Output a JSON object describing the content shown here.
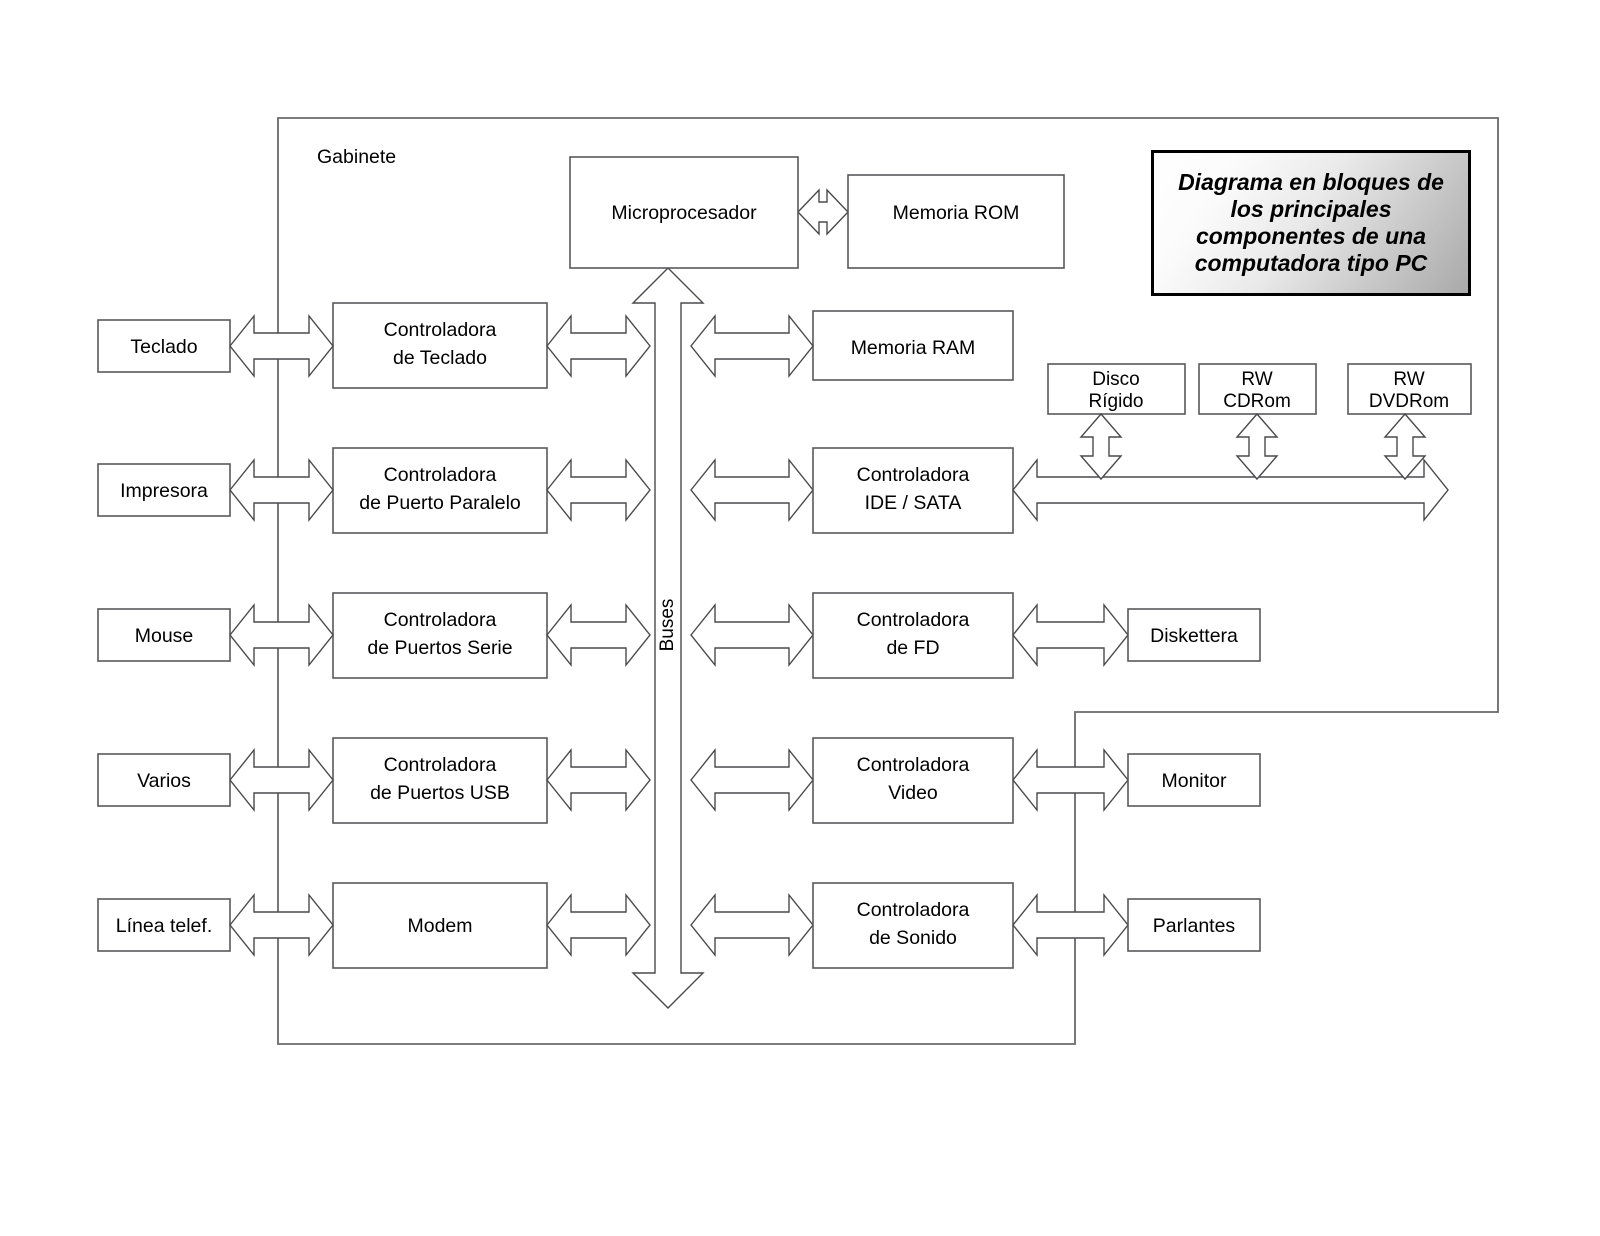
{
  "diagram": {
    "cabinet_label": "Gabinete",
    "bus_label": "Buses",
    "title_lines": [
      "Diagrama en bloques de",
      "los principales",
      "componentes de una",
      "computadora tipo PC"
    ],
    "colors": {
      "box_stroke": "#59595c",
      "arrow_stroke": "#4a4a4d",
      "cabinet_stroke": "#6a6a6d",
      "text": "#000000",
      "background": "#ffffff"
    },
    "nodes": {
      "microprocesador": "Microprocesador",
      "memoria_rom": "Memoria ROM",
      "memoria_ram": "Memoria RAM",
      "teclado": "Teclado",
      "ctrl_teclado_l1": "Controladora",
      "ctrl_teclado_l2": "de Teclado",
      "impresora": "Impresora",
      "ctrl_paralelo_l1": "Controladora",
      "ctrl_paralelo_l2": "de Puerto Paralelo",
      "mouse": "Mouse",
      "ctrl_serie_l1": "Controladora",
      "ctrl_serie_l2": "de Puertos Serie",
      "varios": "Varios",
      "ctrl_usb_l1": "Controladora",
      "ctrl_usb_l2": "de Puertos USB",
      "linea_telef": "Línea telef.",
      "modem": "Modem",
      "ctrl_ide_l1": "Controladora",
      "ctrl_ide_l2": "IDE / SATA",
      "ctrl_fd_l1": "Controladora",
      "ctrl_fd_l2": "de FD",
      "diskettera": "Diskettera",
      "ctrl_video_l1": "Controladora",
      "ctrl_video_l2": "Video",
      "monitor": "Monitor",
      "ctrl_sonido_l1": "Controladora",
      "ctrl_sonido_l2": "de Sonido",
      "parlantes": "Parlantes",
      "disco_rigido_l1": "Disco",
      "disco_rigido_l2": "Rígido",
      "rw_cdrom_l1": "RW",
      "rw_cdrom_l2": "CDRom",
      "rw_dvdrom_l1": "RW",
      "rw_dvdrom_l2": "DVDRom"
    }
  }
}
